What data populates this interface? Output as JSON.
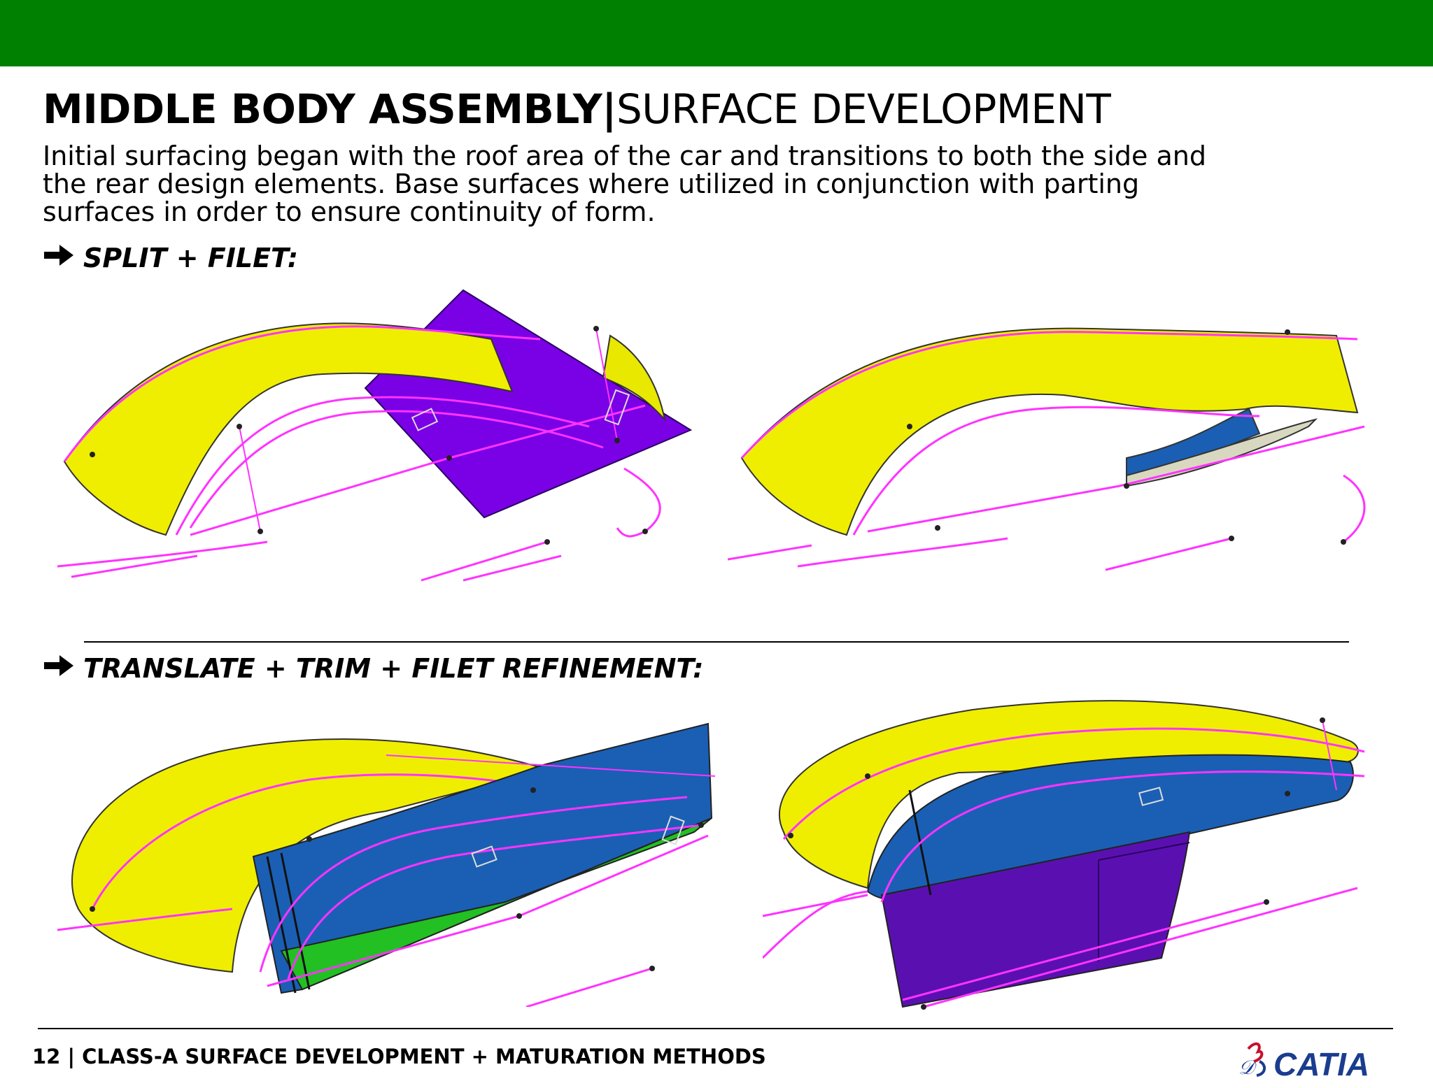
{
  "header": {
    "title_bold": "MIDDLE BODY ASSEMBLY|",
    "title_normal": "SURFACE DEVELOPMENT"
  },
  "intro": "Initial surfacing began with the roof area of the car and transitions to both the side and the rear design elements. Base surfaces where utilized in conjunction with parting surfaces in order to ensure continuity of form.",
  "sections": [
    {
      "label": "SPLIT + FILET:"
    },
    {
      "label": "TRANSLATE + TRIM + FILET REFINEMENT:"
    }
  ],
  "footer": {
    "text": "12 | CLASS-A SURFACE DEVELOPMENT + MATURATION METHODS"
  },
  "logo": {
    "text": "CATIA",
    "mark": "3DS"
  },
  "colors": {
    "header_bar": "#008000",
    "surface_yellow": "#f0ee00",
    "surface_purple": "#7a00e6",
    "surface_blue": "#1a5fb4",
    "surface_green": "#22c022",
    "curve_magenta": "#ff33ff",
    "logo_blue": "#1a3d8f"
  },
  "icons": {
    "section_arrow": "right-arrow-icon"
  }
}
